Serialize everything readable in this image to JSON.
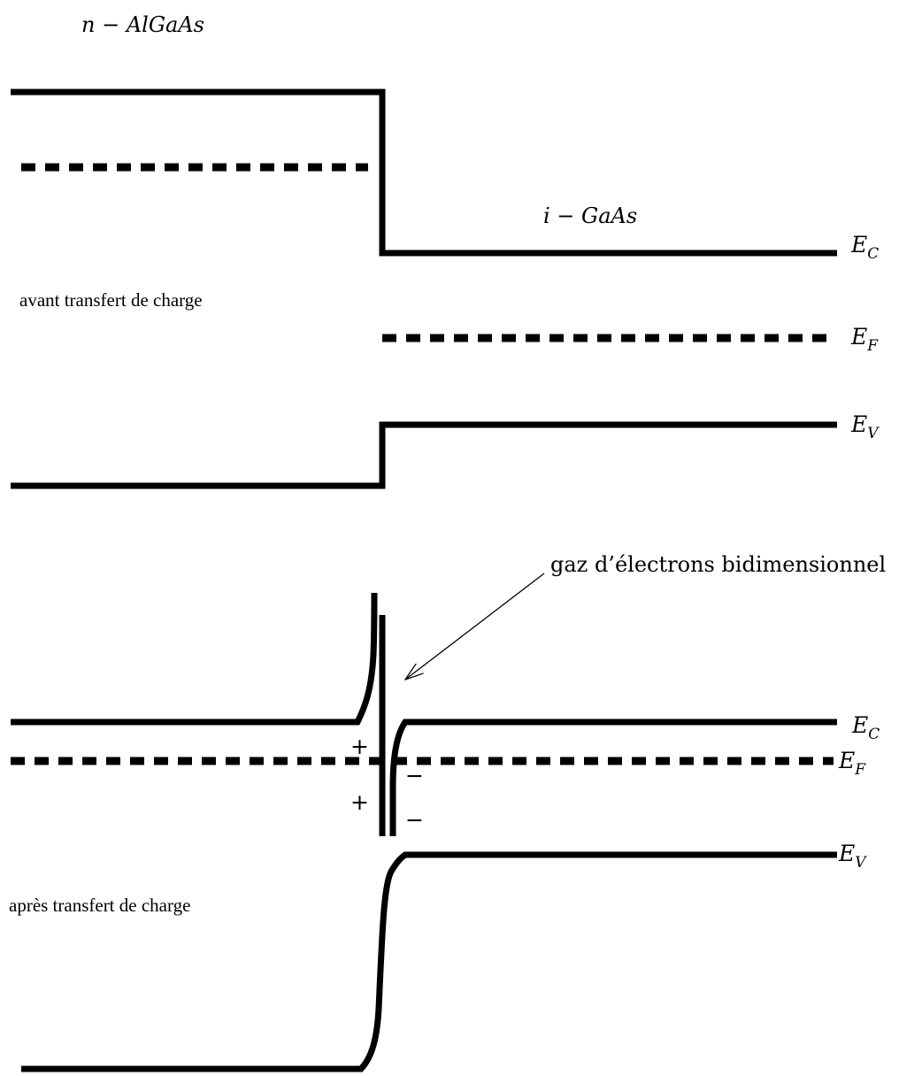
{
  "top_diagram": {
    "material_left": "n − AlGaAs",
    "material_right": "i − GaAs",
    "caption": "avant transfert de charge",
    "level_conduction": {
      "main": "E",
      "sub": "C"
    },
    "level_fermi": {
      "main": "E",
      "sub": "F"
    },
    "level_valence": {
      "main": "E",
      "sub": "V"
    }
  },
  "bottom_diagram": {
    "caption": "après transfert de charge",
    "annotation": "gaz d’électrons bidimensionnel",
    "level_conduction": {
      "main": "E",
      "sub": "C"
    },
    "level_fermi": {
      "main": "E",
      "sub": "F"
    },
    "level_valence": {
      "main": "E",
      "sub": "V"
    },
    "charge_plus": "+",
    "charge_minus": "−"
  }
}
